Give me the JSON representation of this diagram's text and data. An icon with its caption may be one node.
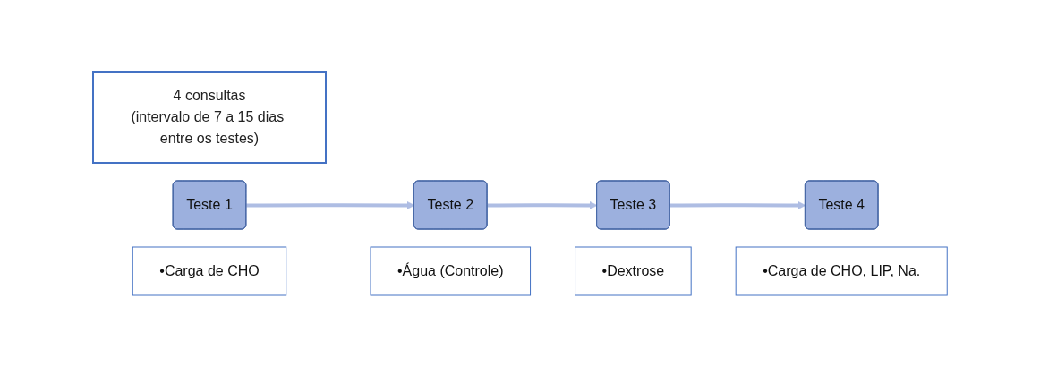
{
  "diagram": {
    "nodes": [
      {
        "text": [
          "4 consultas",
          "(intervalo de 7 a 15 dias entre os testes)"
        ]
      },
      {
        "text": [
          "Teste 1"
        ]
      },
      {
        "text": [
          "•Carga de CHO"
        ]
      },
      {
        "text": [
          "Teste 2"
        ]
      },
      {
        "text": [
          "•Água (Controle)"
        ]
      },
      {
        "text": [
          "Teste 3"
        ]
      },
      {
        "text": [
          "•Dextrose"
        ]
      },
      {
        "text": [
          "Teste 4"
        ]
      },
      {
        "text": [
          "•Carga de CHO, LIP, Na."
        ]
      }
    ],
    "edges": [
      {
        "from": 1,
        "to": 3,
        "arrow": "to"
      },
      {
        "from": 3,
        "to": 5,
        "arrow": "to"
      },
      {
        "from": 5,
        "to": 7,
        "arrow": "to"
      }
    ]
  }
}
